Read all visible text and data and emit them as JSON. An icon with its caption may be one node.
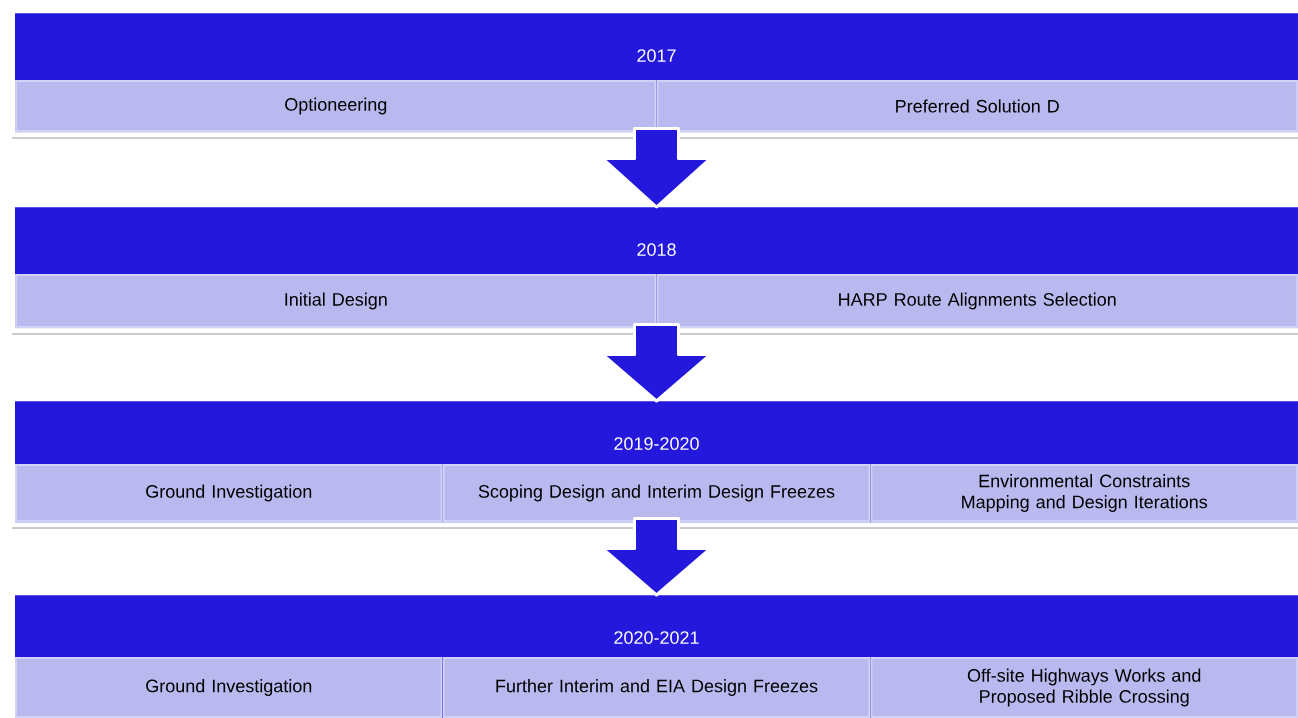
{
  "diagram": {
    "nodes": [
      {
        "text": [
          "2017"
        ]
      },
      {
        "text": [
          "Optioneering"
        ],
        "in": 0
      },
      {
        "text": [
          "Preferred Solution D"
        ],
        "in": 0
      },
      {
        "text": [
          "2018"
        ]
      },
      {
        "text": [
          "Initial Design"
        ],
        "in": 3
      },
      {
        "text": [
          "HARP Route Alignments Selection"
        ],
        "in": 3
      },
      {
        "text": [
          "2019-2020"
        ]
      },
      {
        "text": [
          "Ground Investigation"
        ],
        "in": 6
      },
      {
        "text": [
          "Scoping Design and Interim Design Freezes"
        ],
        "in": 6
      },
      {
        "text": [
          "Environmental Constraints Mapping and Design Iterations"
        ],
        "in": 6
      },
      {
        "text": [
          "2020-2021"
        ]
      },
      {
        "text": [
          "Ground Investigation"
        ],
        "in": 10
      },
      {
        "text": [
          "Further Interim and EIA Design Freezes"
        ],
        "in": 10
      },
      {
        "text": [
          "Off-site Highways Works and Proposed Ribble Crossing"
        ],
        "in": 10
      }
    ],
    "edges": [
      {
        "from": 0,
        "to": 3,
        "arrow": "to"
      },
      {
        "from": 3,
        "to": 6,
        "arrow": "to"
      },
      {
        "from": 6,
        "to": 10,
        "arrow": "to"
      }
    ]
  }
}
